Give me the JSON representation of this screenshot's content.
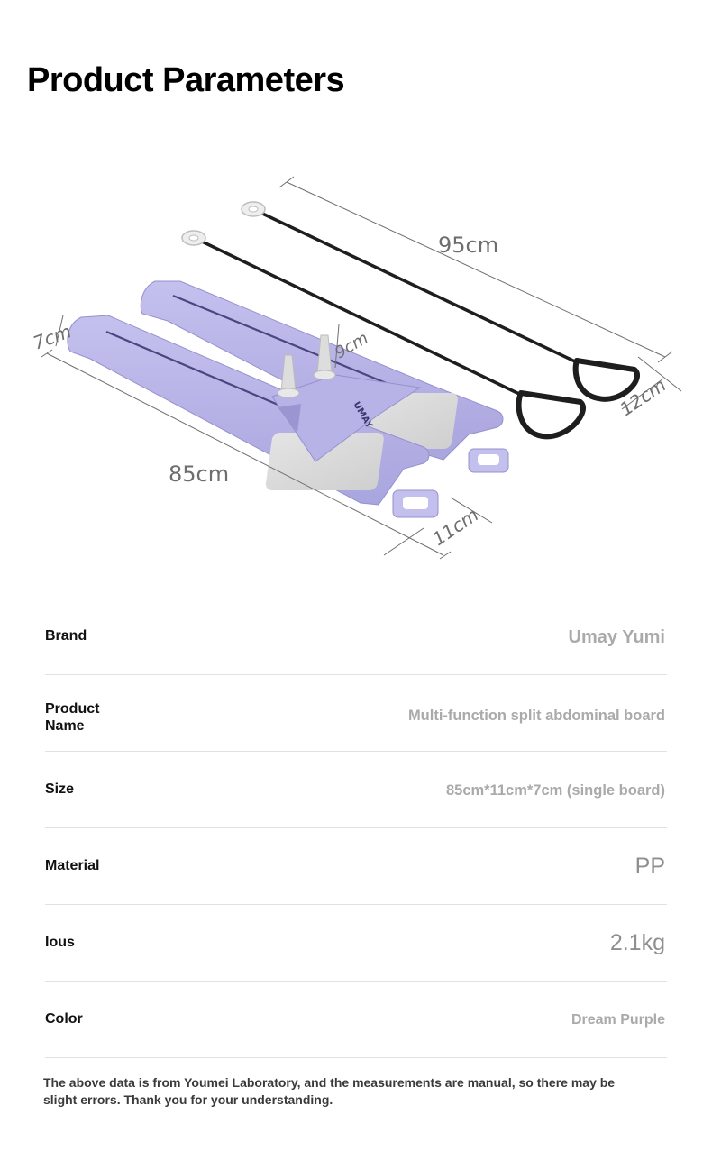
{
  "page": {
    "title": "Product Parameters"
  },
  "dimensions": {
    "rope_length": "95cm",
    "handle_width": "12cm",
    "board_length": "85cm",
    "board_width": "11cm",
    "board_height": "7cm",
    "peg_height": "9cm"
  },
  "board": {
    "logo_text": "UMAY"
  },
  "parameters": [
    {
      "label": "Brand",
      "value": "Umay Yumi"
    },
    {
      "label": "Product Name",
      "value": "Multi-function split abdominal board"
    },
    {
      "label": "Size",
      "value": "85cm*11cm*7cm (single board)"
    },
    {
      "label": "Material",
      "value": "PP"
    },
    {
      "label": "Ious",
      "value": "2.1kg"
    },
    {
      "label": "Color",
      "value": "Dream Purple"
    }
  ],
  "footer": {
    "note": "The above data is from Youmei Laboratory, and the measurements are manual, so there may be slight errors. Thank you for your understanding."
  },
  "colors": {
    "board_purple": "#b4b0e3",
    "board_purple_dark": "#9591cf",
    "pad_gray": "#d8d8d8",
    "rope_black": "#1e1e1e",
    "dimension_line": "#6e6e6e"
  }
}
